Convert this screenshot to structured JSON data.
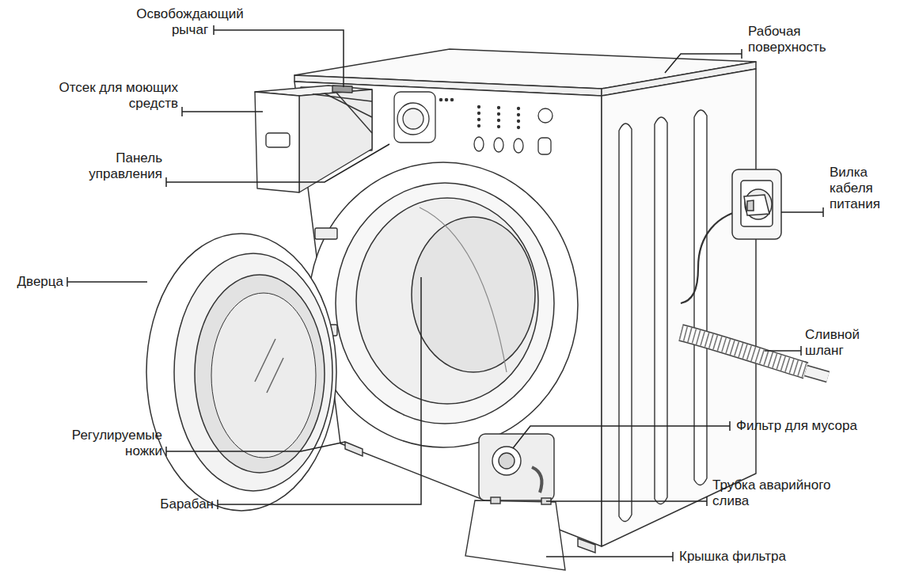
{
  "diagram": {
    "labels": [
      "Освобождающий рычаг",
      "Рабочая поверхность",
      "Отсек для моющих средств",
      "Панель управления",
      "Вилка кабеля питания",
      "Дверца",
      "Сливной шланг",
      "Регулируемые ножки",
      "Фильтр для мусора",
      "Трубка аварийного слива",
      "Барабан",
      "Крышка фильтра"
    ]
  }
}
